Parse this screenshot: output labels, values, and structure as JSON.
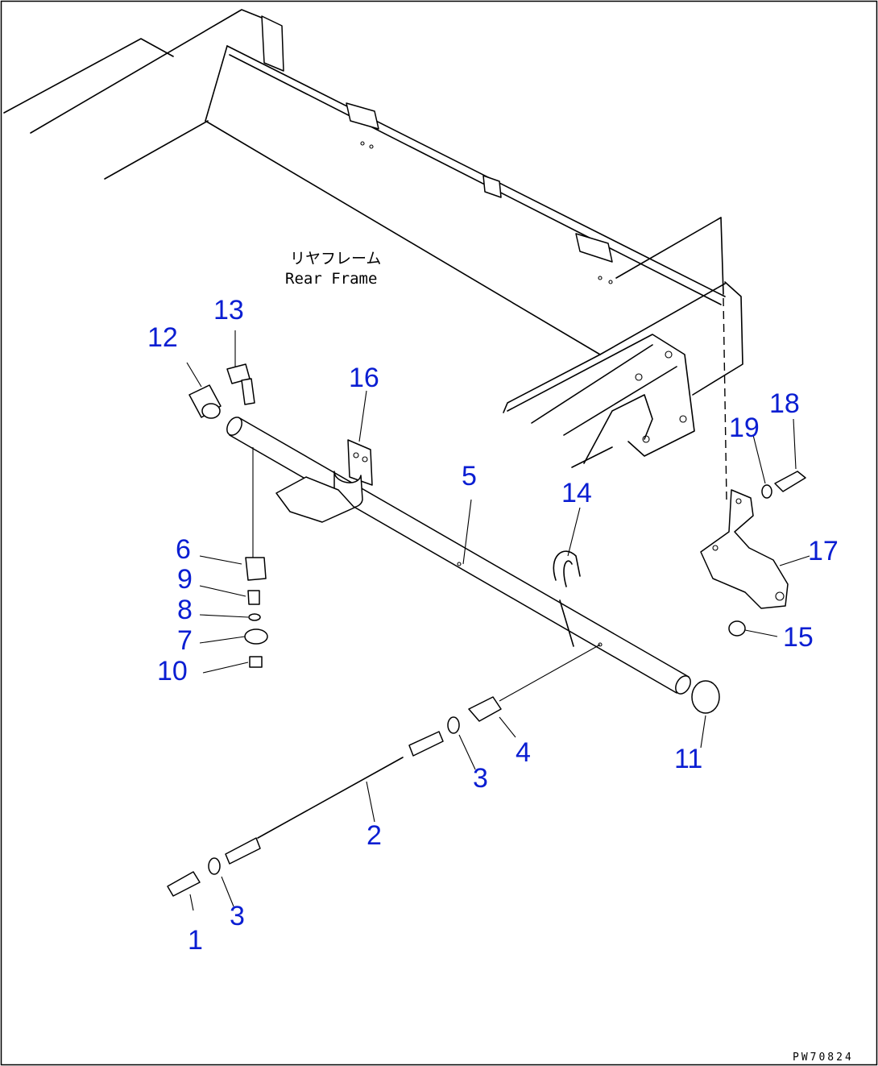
{
  "frame_label": {
    "jp": "リヤフレーム",
    "en": "Rear Frame"
  },
  "drawing_code": "PW70824",
  "callouts": [
    "1",
    "2",
    "3",
    "3",
    "4",
    "5",
    "6",
    "7",
    "8",
    "9",
    "10",
    "11",
    "12",
    "13",
    "14",
    "15",
    "16",
    "17",
    "18",
    "19"
  ],
  "colors": {
    "callout": "#0a1ed2",
    "line": "#000000",
    "background": "#ffffff"
  }
}
